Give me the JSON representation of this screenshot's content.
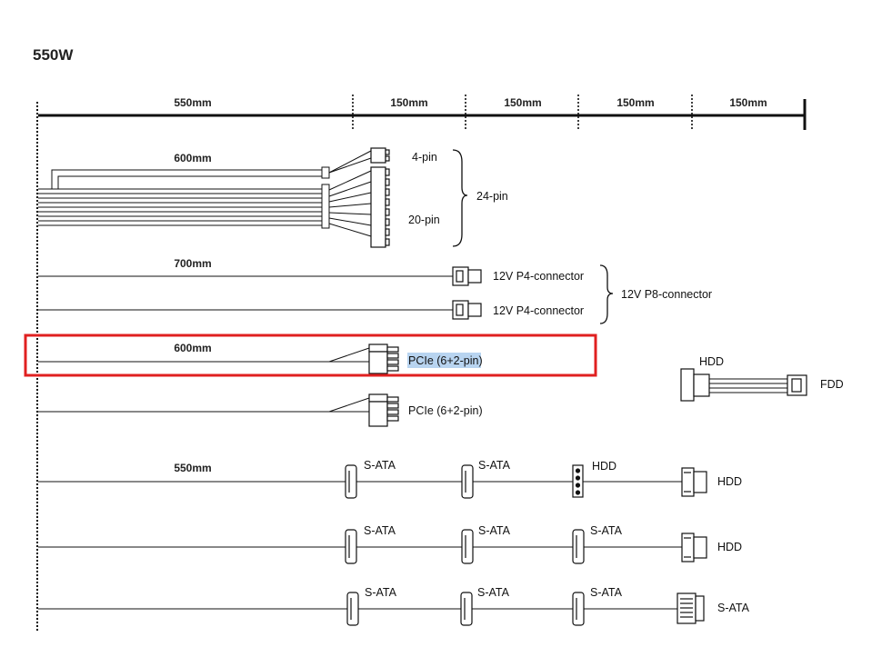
{
  "title": "550W",
  "ruler": {
    "segments": [
      "550mm",
      "150mm",
      "150mm",
      "150mm",
      "150mm"
    ]
  },
  "atx": {
    "length": "600mm",
    "pin4": "4-pin",
    "pin20": "20-pin",
    "group": "24-pin"
  },
  "cpu": {
    "length": "700mm",
    "conn_a": "12V P4-connector",
    "conn_b": "12V P4-connector",
    "group": "12V P8-connector"
  },
  "pcie": {
    "length": "600mm",
    "conn1_selected": "PCIe (6+2-pin",
    "conn1_rest": ")",
    "conn2": "PCIe (6+2-pin)"
  },
  "fdd_adapter": {
    "left": "HDD",
    "right": "FDD"
  },
  "sata_cables": [
    {
      "length": "550mm",
      "c1": "S-ATA",
      "c2": "S-ATA",
      "c3": "HDD",
      "end": "HDD"
    },
    {
      "c1": "S-ATA",
      "c2": "S-ATA",
      "c3": "S-ATA",
      "end": "HDD"
    },
    {
      "c1": "S-ATA",
      "c2": "S-ATA",
      "c3": "S-ATA",
      "end": "S-ATA"
    }
  ],
  "colors": {
    "highlight_box": "#e02020",
    "text_selection": "#b8d4f0",
    "line": "#111111"
  }
}
